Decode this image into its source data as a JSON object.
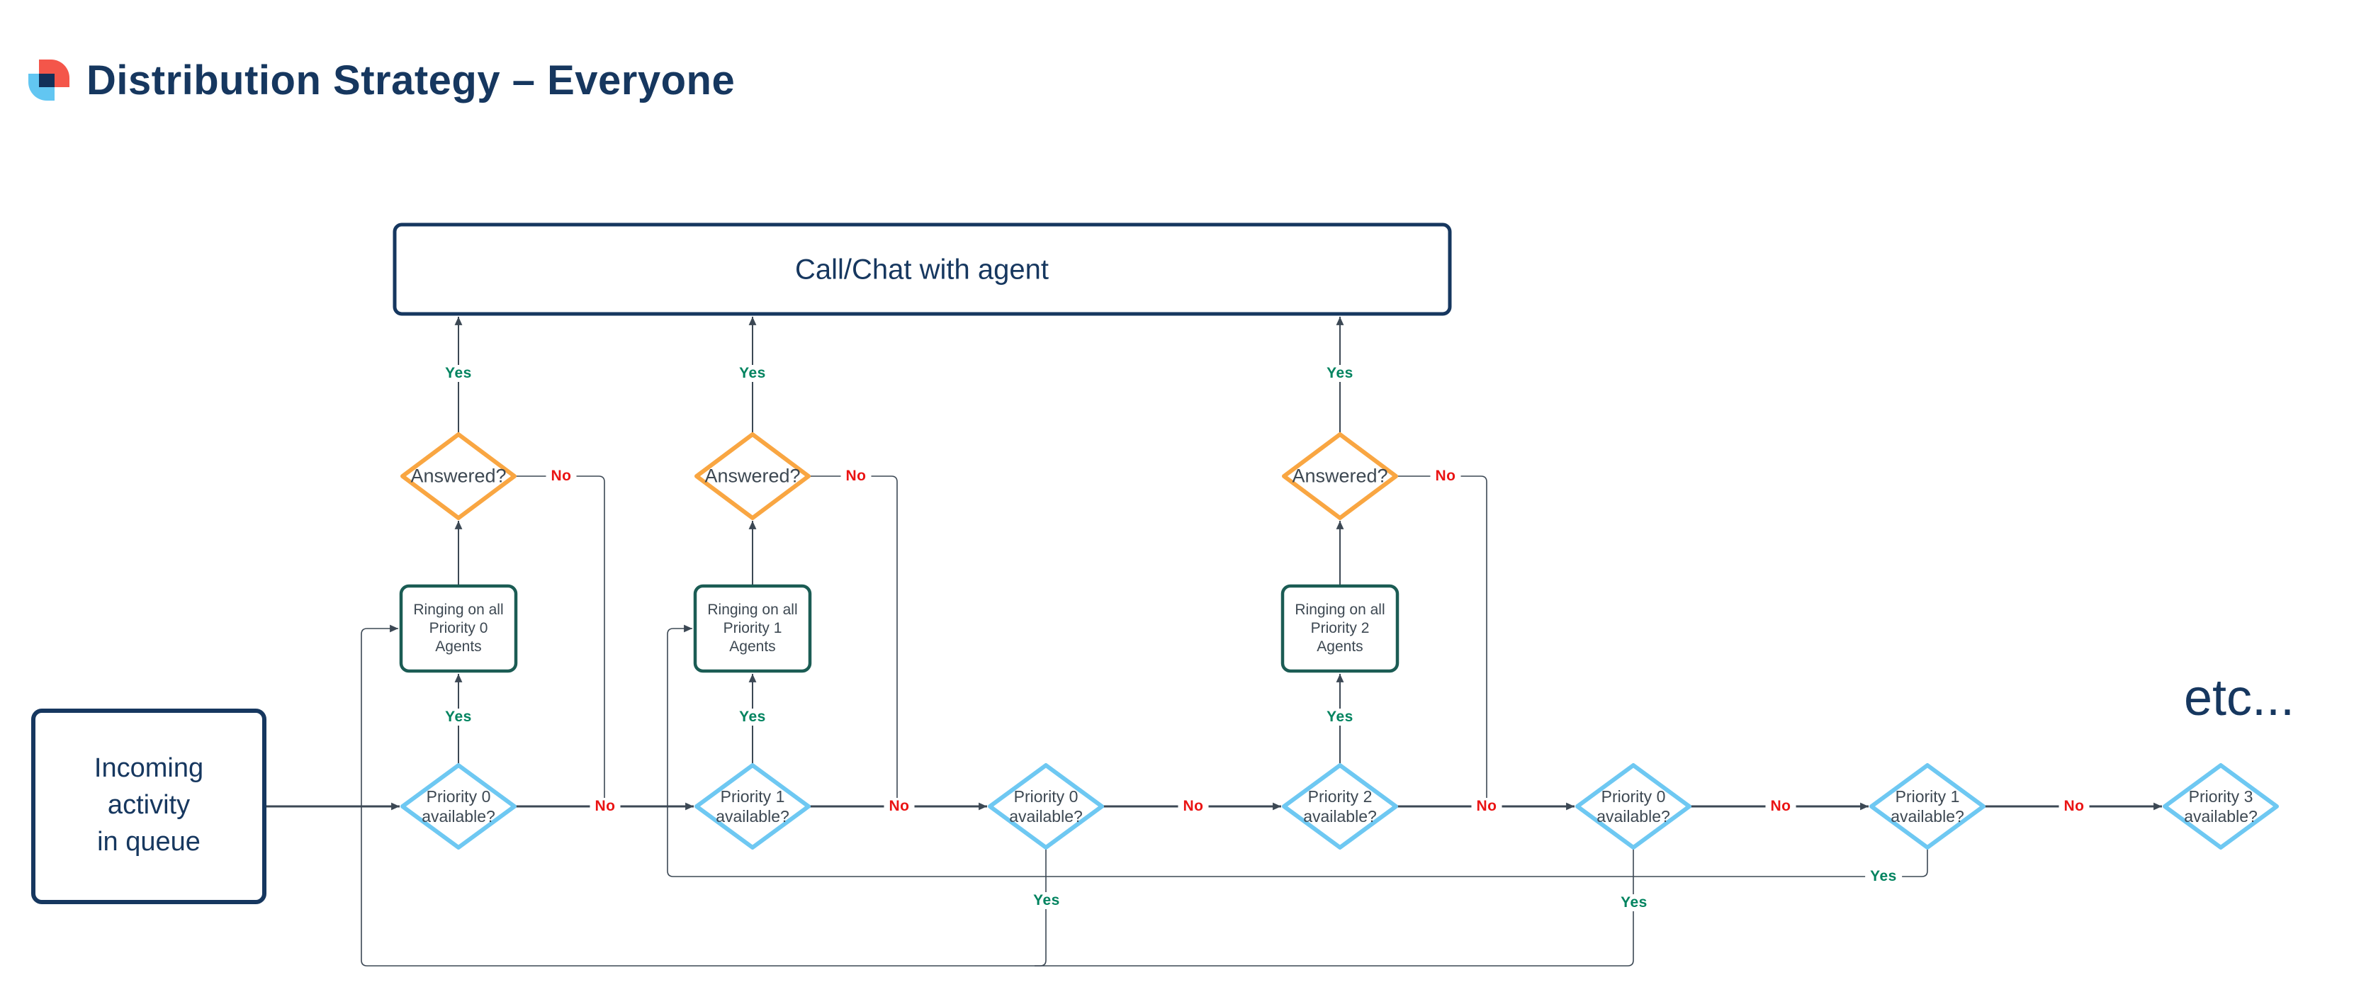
{
  "title": {
    "text": "Distribution Strategy – Everyone"
  },
  "note": {
    "etc": "etc..."
  },
  "strings": {
    "yes": "Yes",
    "no": "No"
  },
  "nodes": {
    "terminal": "Call/Chat with agent",
    "start": "Incoming\nactivity\nin queue",
    "answered": [
      "Answered?",
      "Answered?",
      "Answered?"
    ],
    "ringing": [
      "Ringing on all\nPriority 0\nAgents",
      "Ringing on all\nPriority 1\nAgents",
      "Ringing on all\nPriority 2\nAgents"
    ],
    "queue_checks": [
      "Priority 0\navailable?",
      "Priority 1\navailable?",
      "Priority 0\navailable?",
      "Priority 2\navailable?",
      "Priority 0\navailable?",
      "Priority 1\navailable?",
      "Priority 3\navailable?"
    ]
  },
  "colors": {
    "navy": "#16375f",
    "connector": "#3c4854",
    "decision_orange": "#f9a642",
    "decision_blue": "#6ec8f2",
    "process_teal": "#1b5c54",
    "yes_green": "#00835f",
    "no_red": "#ea1414",
    "logo_red": "#f4564a",
    "logo_blue": "#62c6f2",
    "logo_navy": "#123059"
  }
}
